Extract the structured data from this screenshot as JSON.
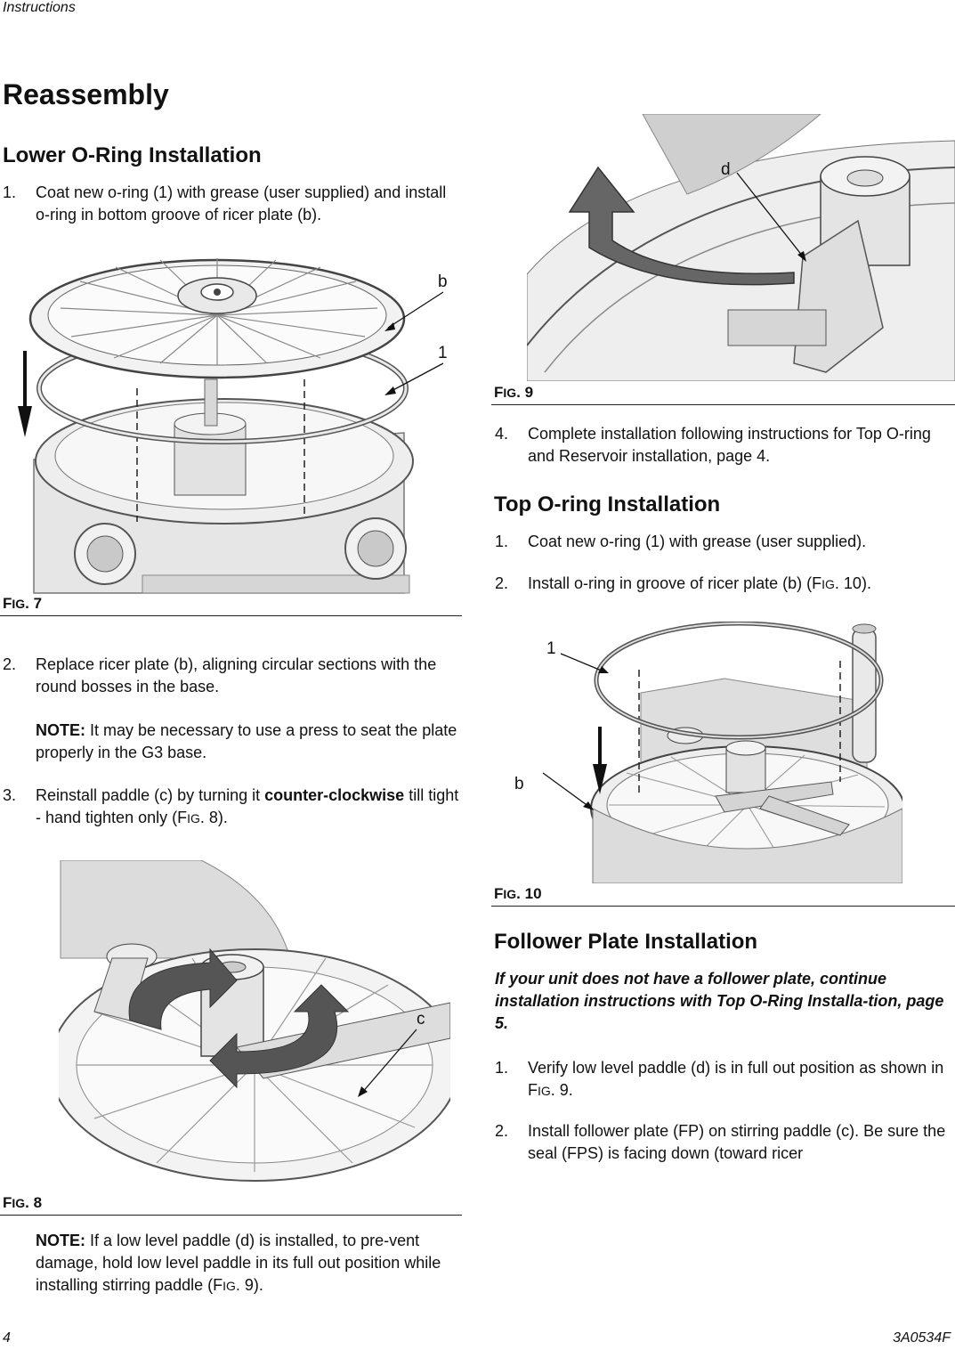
{
  "header": {
    "section": "Instructions"
  },
  "title": "Reassembly",
  "left": {
    "lower_heading": "Lower O-Ring Installation",
    "step1": {
      "num": "1.",
      "text": "Coat new o-ring (1) with grease (user supplied) and install o-ring in bottom groove of ricer plate (b)."
    },
    "fig7": {
      "prefix": "F",
      "small": "IG",
      "suffix": ". 7",
      "callouts": [
        "b",
        "1"
      ]
    },
    "step2": {
      "num": "2.",
      "text": "Replace ricer plate (b), aligning circular sections with the round bosses in the base."
    },
    "note1": {
      "label": "NOTE:",
      "text": " It may be necessary to use a press to seat the plate properly in the G3 base."
    },
    "step3": {
      "num": "3.",
      "pre": "Reinstall paddle (c) by turning it ",
      "bold": "counter-clockwise",
      "post_a": " till tight - hand tighten only (F",
      "small": "IG",
      "post_b": ". 8)."
    },
    "fig8": {
      "prefix": "F",
      "small": "IG",
      "suffix": ". 8",
      "callouts": [
        "c"
      ]
    },
    "note2": {
      "label": "NOTE:",
      "text_a": " If a low level paddle (d) is installed, to pre-vent damage, hold low level paddle in its full out position while installing stirring paddle (F",
      "small": "IG",
      "text_b": ". 9)."
    }
  },
  "right": {
    "fig9": {
      "prefix": "F",
      "small": "IG",
      "suffix": ". 9",
      "callouts": [
        "d"
      ]
    },
    "step4": {
      "num": "4.",
      "text": "Complete installation following instructions for Top O-ring and Reservoir installation, page 4."
    },
    "top_heading": "Top O-ring Installation",
    "t1": {
      "num": "1.",
      "text": "Coat new o-ring (1) with grease (user supplied)."
    },
    "t2": {
      "num": "2.",
      "pre": "Install o-ring in groove of ricer plate (b) (F",
      "small": "IG",
      "post": ". 10)."
    },
    "fig10": {
      "prefix": "F",
      "small": "IG",
      "suffix": ". 10",
      "callouts": [
        "1",
        "b"
      ]
    },
    "follower_heading": "Follower Plate Installation",
    "follower_note": "If your unit does not have a follower plate, continue installation instructions with Top O-Ring Installa-tion, page 5.",
    "f1": {
      "num": "1.",
      "pre": "Verify low level paddle (d) is in full out position as shown in F",
      "small": "IG",
      "post": ". 9."
    },
    "f2": {
      "num": "2.",
      "text": "Install follower plate (FP) on stirring paddle (c). Be sure the seal (FPS) is facing down (toward ricer"
    }
  },
  "footer": {
    "page": "4",
    "doc_id": "3A0534F"
  }
}
